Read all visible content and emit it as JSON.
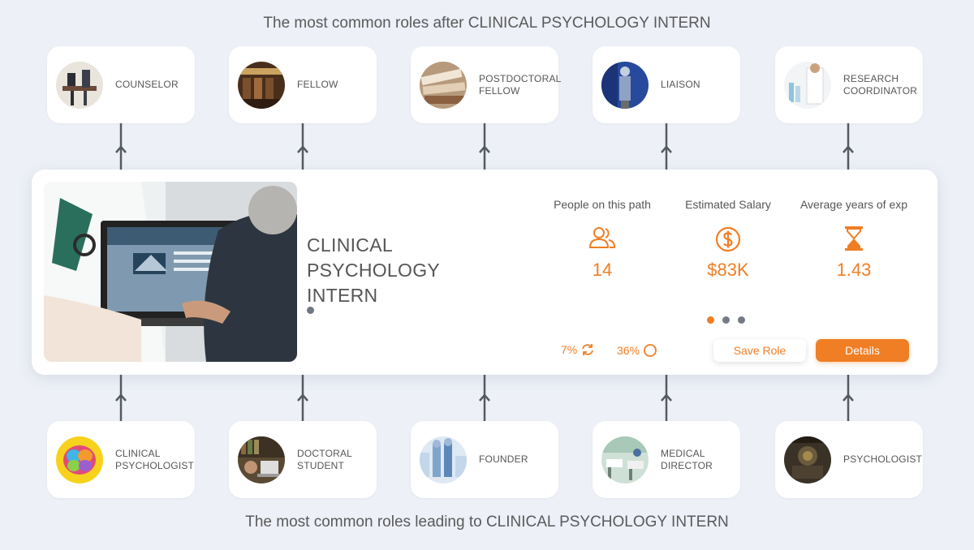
{
  "headings": {
    "after": "The most common roles after CLINICAL PSYCHOLOGY INTERN",
    "before": "The most common roles leading to CLINICAL PSYCHOLOGY INTERN"
  },
  "next_roles": [
    {
      "label": "COUNSELOR"
    },
    {
      "label": "FELLOW"
    },
    {
      "label": "POSTDOCTORAL FELLOW"
    },
    {
      "label": "LIAISON"
    },
    {
      "label": "RESEARCH COORDINATOR"
    }
  ],
  "previous_roles": [
    {
      "label": "CLINICAL PSYCHOLOGIST"
    },
    {
      "label": "DOCTORAL STUDENT"
    },
    {
      "label": "FOUNDER"
    },
    {
      "label": "MEDICAL DIRECTOR"
    },
    {
      "label": "PSYCHOLOGIST"
    }
  ],
  "current_role": {
    "title": "CLINICAL PSYCHOLOGY INTERN",
    "stats": [
      {
        "label": "People on this path",
        "icon": "people-icon",
        "value": "14"
      },
      {
        "label": "Estimated Salary",
        "icon": "dollar-icon",
        "value": "$83K"
      },
      {
        "label": "Average years of exp",
        "icon": "hourglass-icon",
        "value": "1.43"
      }
    ],
    "mini_stats": [
      {
        "value": "7%",
        "icon": "refresh-icon"
      },
      {
        "value": "36%",
        "icon": "circle-icon"
      }
    ],
    "pager": {
      "count": 3,
      "active": 0
    },
    "save_label": "Save Role",
    "details_label": "Details"
  },
  "colors": {
    "accent": "#f07e24",
    "background": "#edf0f7",
    "connector": "#555a62"
  }
}
